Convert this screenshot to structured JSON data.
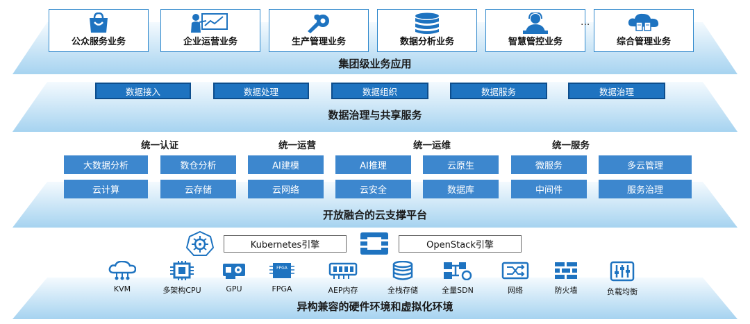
{
  "colors": {
    "primary": "#1e73c0",
    "box": "#3d87ce",
    "icon": "#1e73c0",
    "layer_light": "#eaf5fc",
    "layer_dark": "#a6d3f0"
  },
  "top_layer": {
    "label": "集团级业务应用",
    "ellipsis": "...",
    "apps": [
      {
        "label": "公众服务业务",
        "icon": "shopping-bag-icon"
      },
      {
        "label": "企业运营业务",
        "icon": "presentation-chart-icon"
      },
      {
        "label": "生产管理业务",
        "icon": "wrench-gear-icon"
      },
      {
        "label": "数据分析业务",
        "icon": "database-icon"
      },
      {
        "label": "智慧管控业务",
        "icon": "operator-headset-icon"
      },
      {
        "label": "综合管理业务",
        "icon": "cloud-server-icon"
      }
    ]
  },
  "data_layer": {
    "label": "数据治理与共享服务",
    "items": [
      "数据接入",
      "数据处理",
      "数据组织",
      "数据服务",
      "数据治理"
    ]
  },
  "cloud_layer": {
    "label": "开放融合的云支撑平台",
    "groups": [
      "统一认证",
      "统一运营",
      "统一运维",
      "统一服务"
    ],
    "row1": [
      "大数据分析",
      "数仓分析",
      "AI建模",
      "AI推理",
      "云原生",
      "微服务",
      "多云管理"
    ],
    "row2": [
      "云计算",
      "云存储",
      "云网络",
      "云安全",
      "数据库",
      "中间件",
      "服务治理"
    ]
  },
  "engines": {
    "kubernetes": "Kubernetes引擎",
    "openstack": "OpenStack引擎"
  },
  "hw_layer": {
    "label": "异构兼容的硬件环境和虚拟化环境",
    "items": [
      {
        "label": "KVM",
        "icon": "cloud-network-icon"
      },
      {
        "label": "多架构CPU",
        "icon": "cpu-chip-icon"
      },
      {
        "label": "GPU",
        "icon": "gpu-card-icon"
      },
      {
        "label": "FPGA",
        "icon": "fpga-chip-icon"
      },
      {
        "label": "AEP内存",
        "icon": "memory-module-icon"
      },
      {
        "label": "全栈存储",
        "icon": "storage-stack-icon"
      },
      {
        "label": "全量SDN",
        "icon": "sdn-switch-icon"
      },
      {
        "label": "网络",
        "icon": "network-switch-icon"
      },
      {
        "label": "防火墙",
        "icon": "firewall-icon"
      },
      {
        "label": "负载均衡",
        "icon": "load-balancer-icon"
      }
    ]
  }
}
